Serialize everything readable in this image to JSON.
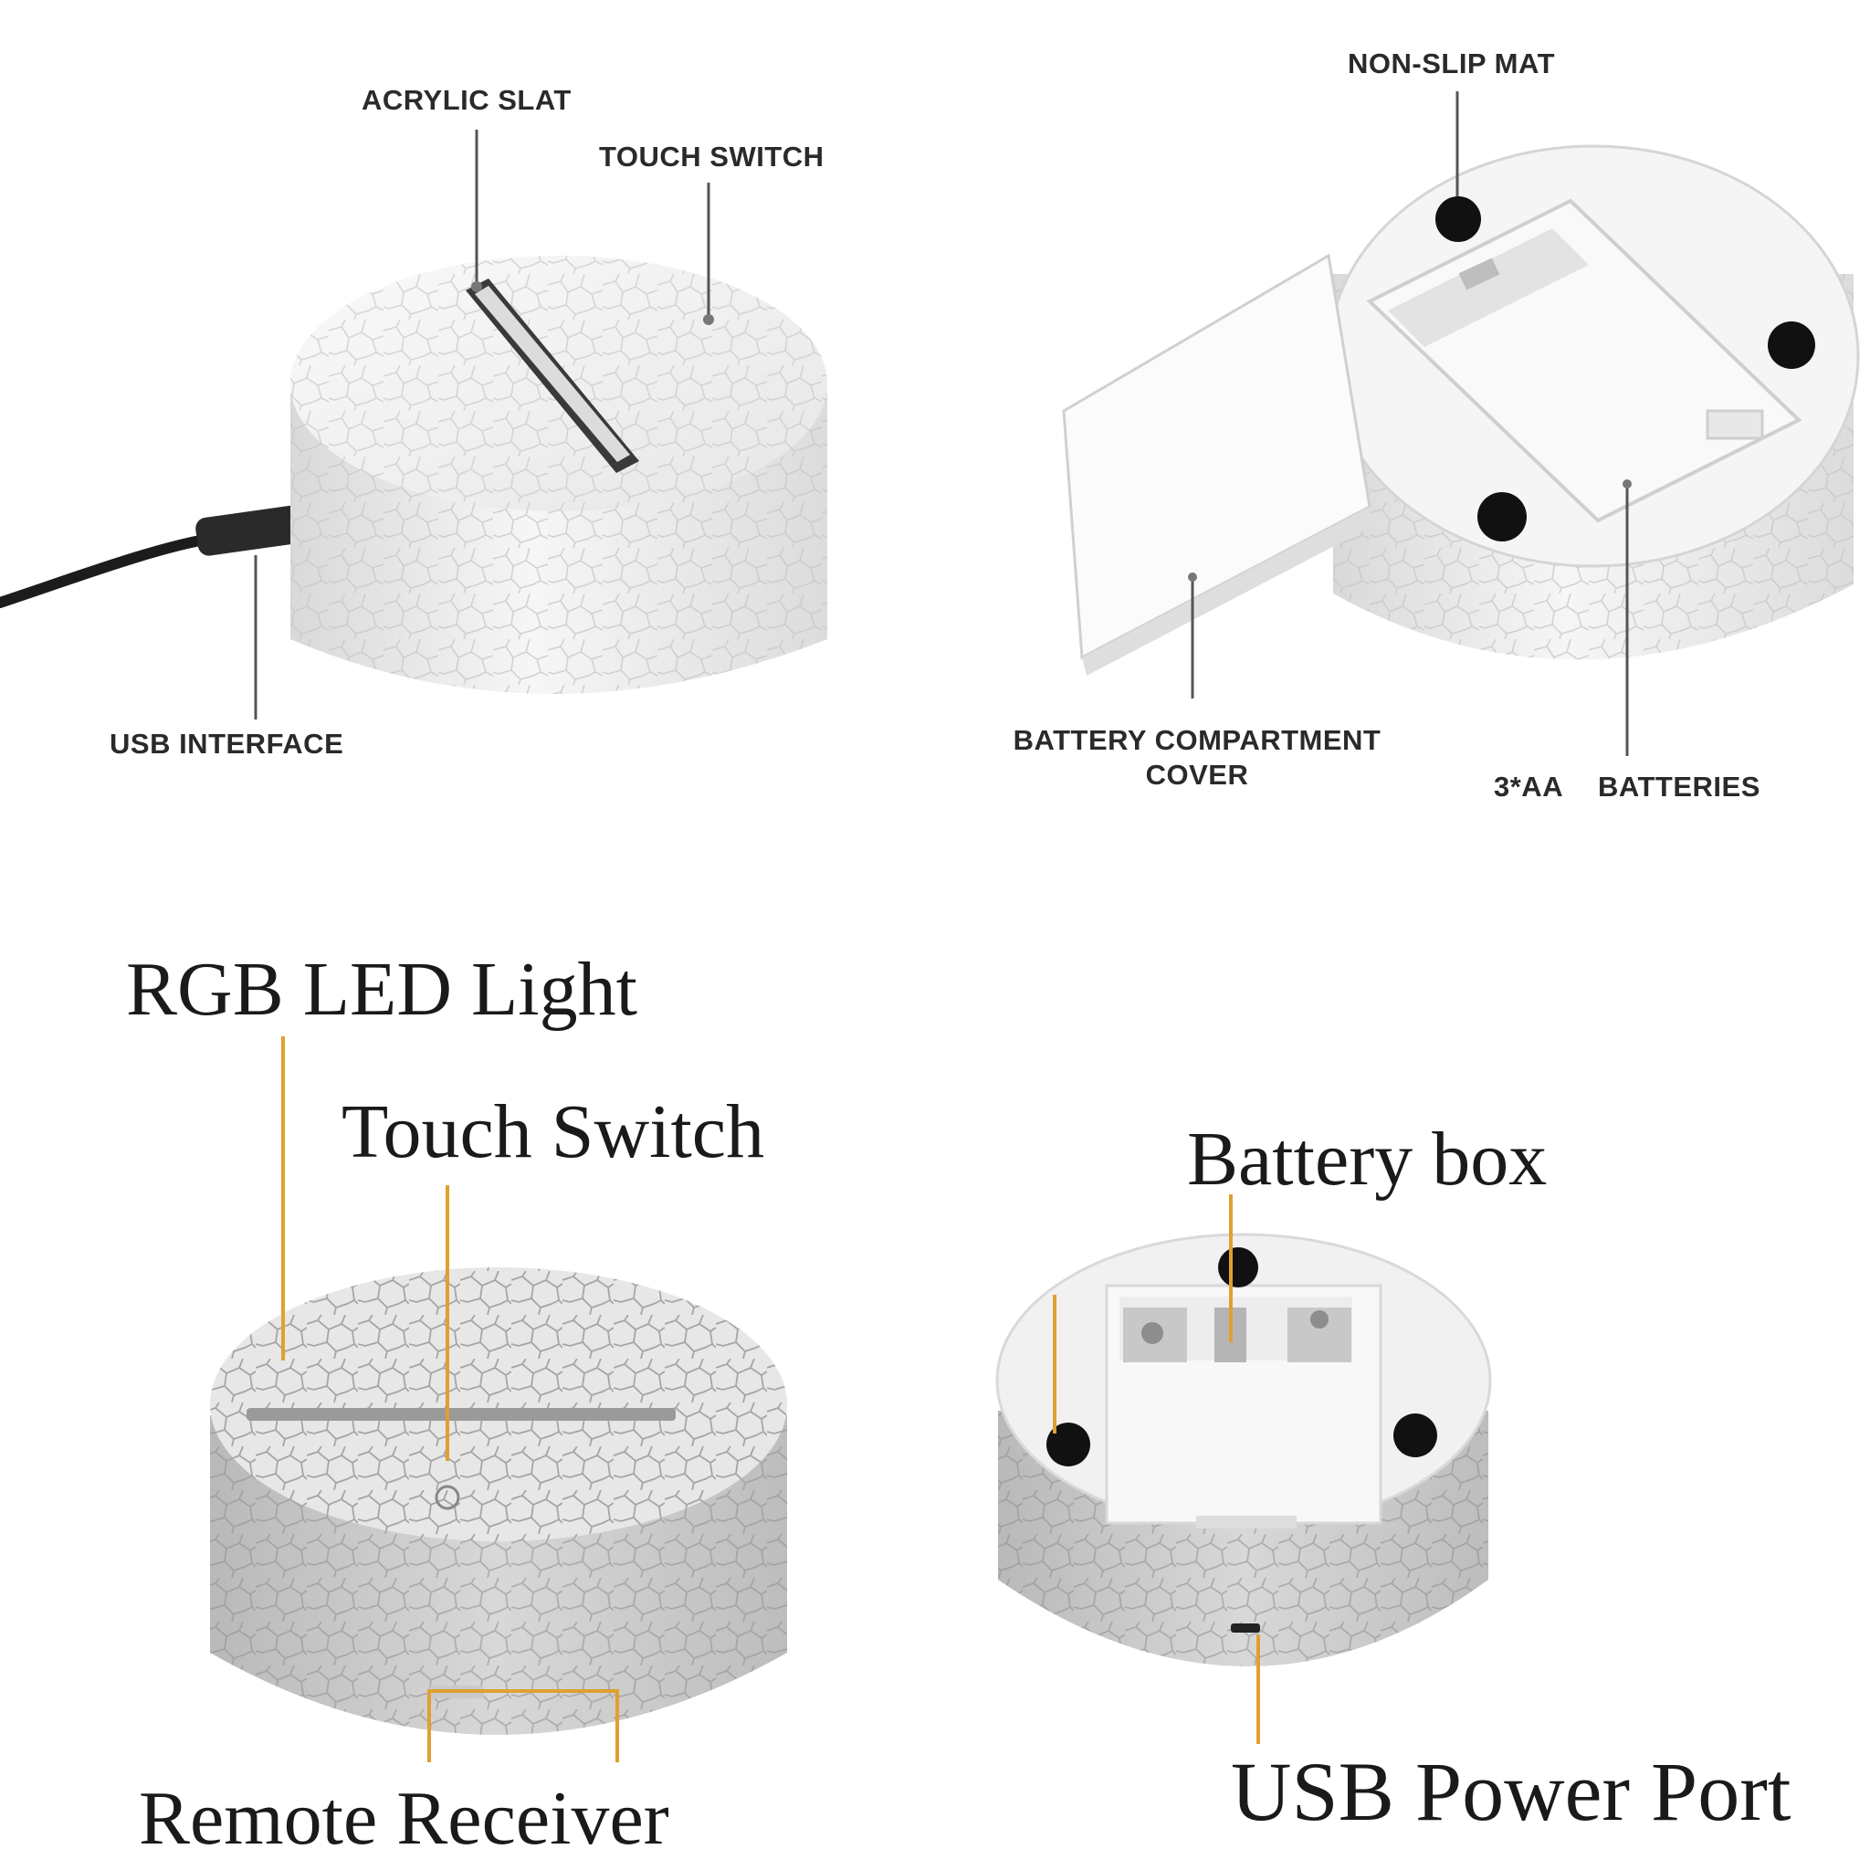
{
  "labels": {
    "acrylic_slat": "ACRYLIC SLAT",
    "touch_switch_top": "TOUCH SWITCH",
    "usb_interface": "USB INTERFACE",
    "non_slip_mat": "NON-SLIP MAT",
    "battery_cover_line1": "BATTERY COMPARTMENT",
    "battery_cover_line2": "COVER",
    "aa_count": "3*AA",
    "batteries": "BATTERIES",
    "rgb_led_light": "RGB LED Light",
    "touch_switch": "Touch Switch",
    "remote_receiver": "Remote Receiver",
    "battery_box": "Battery box",
    "usb_power_port": "USB Power Port"
  },
  "colors": {
    "leader_gray": "#555555",
    "leader_orange": "#e0a030",
    "base_white": "#f2f2f2",
    "crack": "#cfcfcf"
  }
}
